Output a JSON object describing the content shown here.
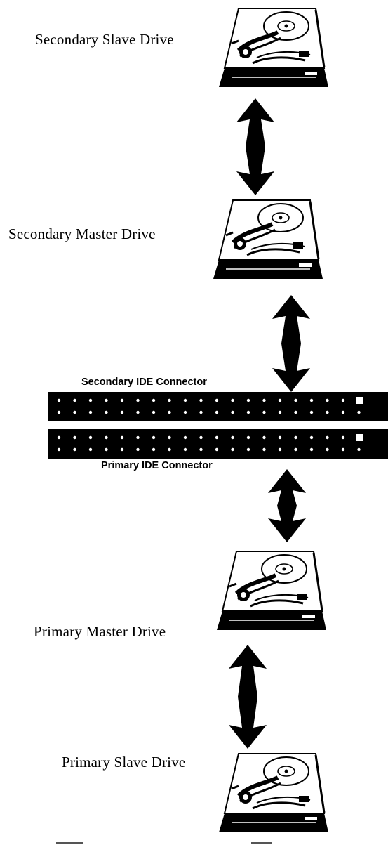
{
  "drives": [
    {
      "id": "secondary-slave",
      "label": "Secondary Slave Drive"
    },
    {
      "id": "secondary-master",
      "label": "Secondary Master Drive"
    },
    {
      "id": "primary-master",
      "label": "Primary Master Drive"
    },
    {
      "id": "primary-slave",
      "label": "Primary Slave Drive"
    }
  ],
  "connectors": {
    "secondary": {
      "label": "Secondary IDE Connector"
    },
    "primary": {
      "label": "Primary IDE Connector"
    }
  },
  "colors": {
    "ink": "#000000",
    "paper": "#ffffff"
  },
  "icons": [
    "hard-drive-icon",
    "double-arrow-icon",
    "ide-connector-icon"
  ]
}
